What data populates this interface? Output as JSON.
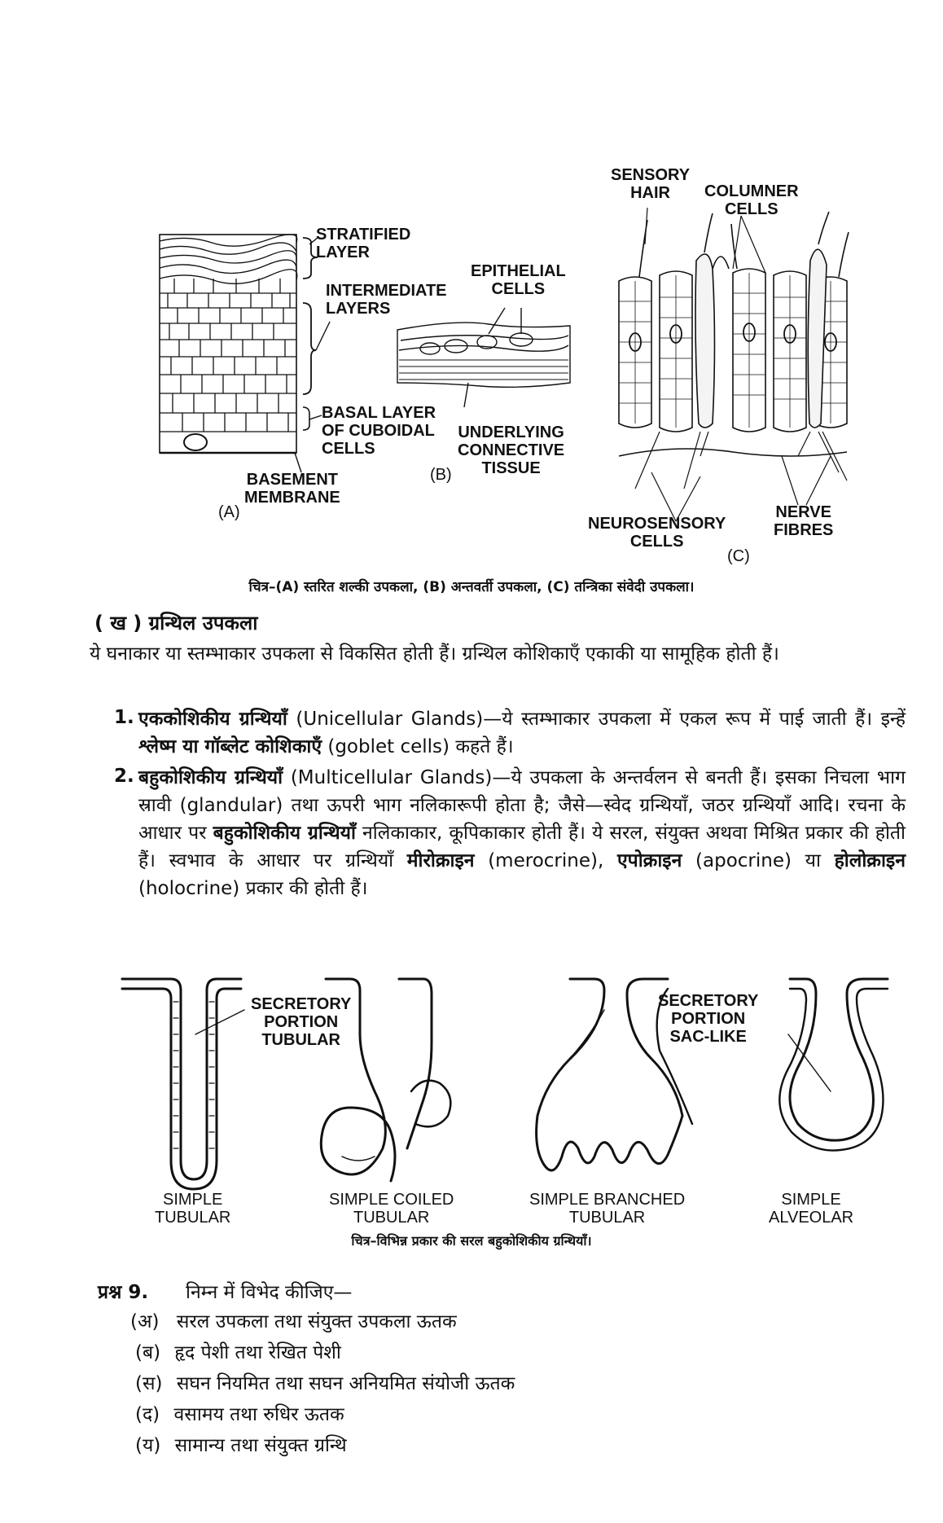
{
  "figure1": {
    "labels": {
      "stratified": "STRATIFIED\nLAYER",
      "intermediate": "INTERMEDIATE\nLAYERS",
      "basal": "BASAL LAYER\nOF CUBOIDAL\nCELLS",
      "basement": "BASEMENT\nMEMBRANE",
      "a": "(A)",
      "epithelial": "EPITHELIAL\nCELLS",
      "underlying": "UNDERLYING\nCONNECTIVE\nTISSUE",
      "b": "(B)",
      "sensory_hair": "SENSORY\nHAIR",
      "columner": "COLUMNER\nCELLS",
      "neurosensory": "NEUROSENSORY\nCELLS",
      "nerve": "NERVE\nFIBRES",
      "c": "(C)"
    },
    "caption": "चित्र–(A) स्तरित शल्की उपकला, (B) अन्तवर्ती उपकला, (C) तन्त्रिका संवेदी उपकला।"
  },
  "section": {
    "heading": "( ख ) ग्रन्थिल उपकला",
    "intro": "ये घनाकार या स्तम्भाकार उपकला से विकसित होती हैं। ग्रन्थिल कोशिकाएँ एकाकी या सामूहिक होती हैं।",
    "items": [
      {
        "num": "1.",
        "term": "एककोशिकीय ग्रन्थियाँ",
        "rest": " (Unicellular Glands)—ये स्तम्भाकार उपकला में एकल रूप में पाई जाती हैं। इन्हें ",
        "term2": "श्लेष्म या गॉब्लेट कोशिकाएँ",
        "rest2": " (goblet cells) कहते हैं।"
      },
      {
        "num": "2.",
        "term": "बहुकोशिकीय ग्रन्थियाँ",
        "rest": " (Multicellular Glands)—ये उपकला के अन्तर्वलन से बनती हैं। इसका निचला भाग स्रावी (glandular) तथा ऊपरी भाग नलिकारूपी होता है; जैसे—स्वेद ग्रन्थियाँ, जठर ग्रन्थियाँ आदि। रचना के आधार पर ",
        "term2": "बहुकोशिकीय ग्रन्थियाँ",
        "rest2": " नलिकाकार, कूपिकाकार होती हैं। ये सरल, संयुक्त अथवा मिश्रित प्रकार की होती हैं। स्वभाव के आधार पर ग्रन्थियाँ ",
        "t3": "मीरोक्राइन",
        "r3": " (merocrine), ",
        "t4": "एपोक्राइन",
        "r4": " (apocrine) या ",
        "t5": "होलोक्राइन",
        "r5": " (holocrine) प्रकार की होती हैं।"
      }
    ]
  },
  "figure2": {
    "labels": {
      "secretory_tubular": "SECRETORY\nPORTION\nTUBULAR",
      "secretory_sac": "SECRETORY\nPORTION\nSAC-LIKE",
      "simple_tubular": "SIMPLE\nTUBULAR",
      "simple_coiled": "SIMPLE COILED\nTUBULAR",
      "simple_branched": "SIMPLE BRANCHED\nTUBULAR",
      "simple_alveolar": "SIMPLE\nALVEOLAR"
    },
    "caption": "चित्र–विभिन्न प्रकार की सरल बहुकोशिकीय ग्रन्थियाँ।"
  },
  "question": {
    "title": "प्रश्न 9.",
    "prompt": "निम्न में विभेद कीजिए—",
    "items": [
      {
        "mark": "(अ)",
        "text": "सरल उपकला तथा संयुक्त उपकला ऊतक"
      },
      {
        "mark": "(ब)",
        "text": "हृद पेशी तथा रेखित पेशी"
      },
      {
        "mark": "(स)",
        "text": "सघन नियमित तथा सघन अनियमित संयोजी ऊतक"
      },
      {
        "mark": "(द)",
        "text": "वसामय तथा रुधिर ऊतक"
      },
      {
        "mark": "(य)",
        "text": "सामान्य तथा संयुक्त ग्रन्थि"
      }
    ]
  }
}
